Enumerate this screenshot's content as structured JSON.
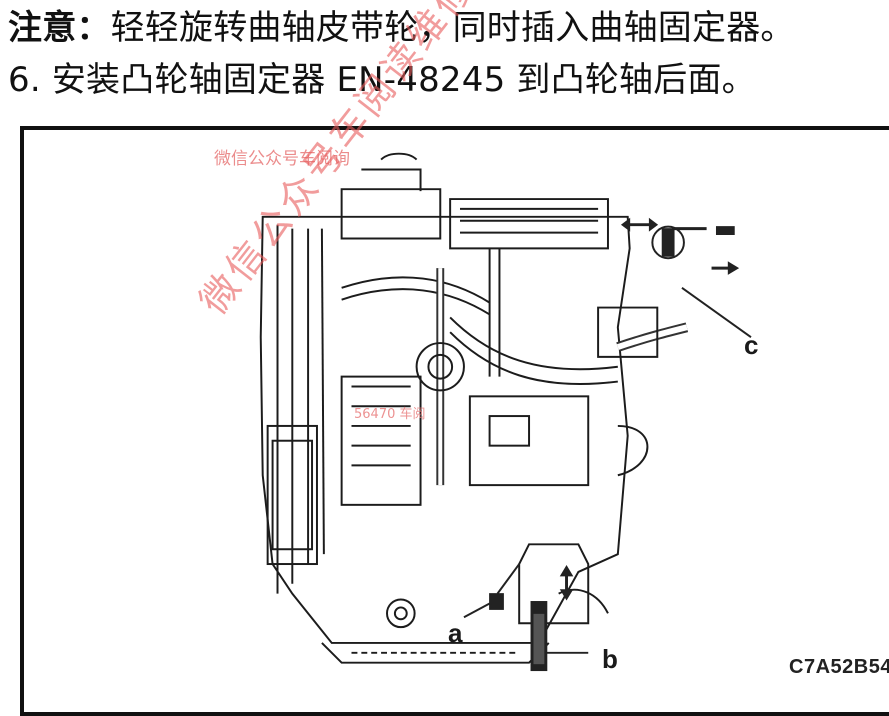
{
  "text": {
    "line1_label": "注意：",
    "line1_body": "轻轻旋转曲轴皮带轮，同时插入曲轴固定器。",
    "line2_number": "6.",
    "line2_body": "安装凸轮轴固定器 EN-48245 到凸轮轴后面。"
  },
  "figure": {
    "callouts": {
      "a": "a",
      "b": "b",
      "c": "c"
    },
    "code": "C7A52B54",
    "watermark_top": "微信公众号车阅询",
    "watermark_diagonal": "微信公众号车阅读维修师",
    "watermark_middle": "56470 车阅"
  }
}
